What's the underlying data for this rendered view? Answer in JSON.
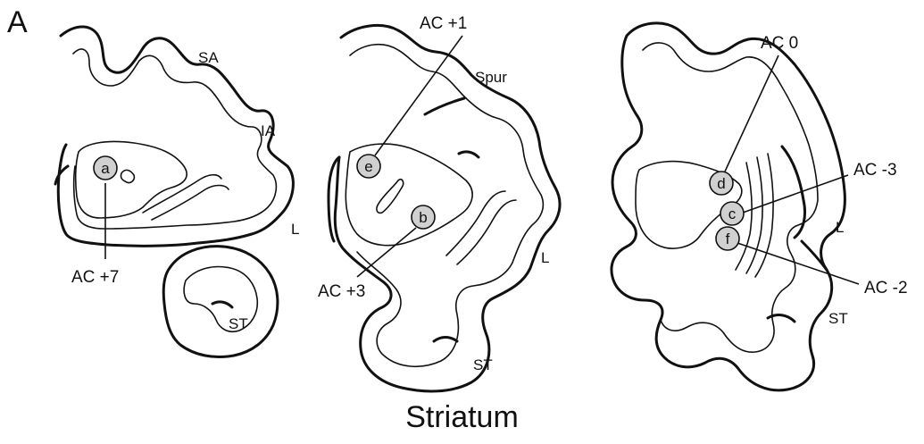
{
  "figure": {
    "panel_letter": "A",
    "title": "Striatum"
  },
  "sections": [
    {
      "regions": [
        "SA",
        "IA",
        "L",
        "ST"
      ],
      "sites": [
        {
          "label": "a",
          "level": "AC +7"
        }
      ]
    },
    {
      "regions": [
        "Spur",
        "L",
        "ST"
      ],
      "sites": [
        {
          "label": "e",
          "level": "AC +1"
        },
        {
          "label": "b",
          "level": "AC +3"
        }
      ]
    },
    {
      "regions": [
        "L",
        "ST"
      ],
      "sites": [
        {
          "label": "d",
          "level": "AC 0"
        },
        {
          "label": "c",
          "level": "AC -3"
        },
        {
          "label": "f",
          "level": "AC -2"
        }
      ]
    }
  ],
  "colors": {
    "ink": "#111111",
    "site_fill": "#d0d0d0",
    "background": "#ffffff"
  }
}
